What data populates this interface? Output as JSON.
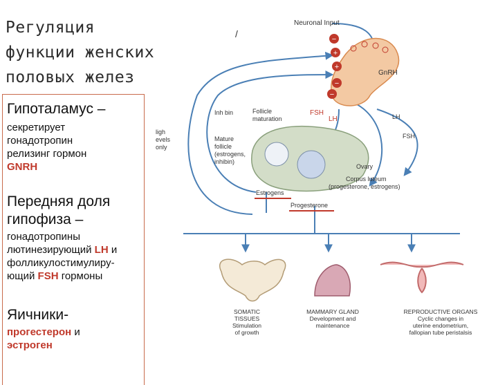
{
  "title_lines": [
    "Регуляция",
    "функции женских",
    "половых желез"
  ],
  "panel": {
    "hypothalamus": {
      "head": "Гипоталамус –",
      "body_lines": [
        "секретирует",
        "гонадотропин",
        "релизинг гормон"
      ],
      "hormone": "GNRH"
    },
    "pituitary": {
      "head_lines": [
        "Передняя доля",
        "гипофиза –"
      ],
      "line1": "гонадотропины",
      "line2_pre": "лютинезирующий ",
      "lh": "LH",
      "line2_post": " и",
      "line3": "фолликулостимулиру-",
      "line4_pre": "ющий ",
      "fsh": "FSH",
      "line4_post": " гормоны"
    },
    "ovaries": {
      "head": "Яичники-",
      "prog": "прогестерон",
      "and": " и",
      "estr": "эстроген"
    }
  },
  "diagram": {
    "neuronal_input": "Neuronal Input",
    "gnrh": "GnRH",
    "inh_bin": "Inh bin",
    "follicle_maturation": [
      "Follicle",
      "maturation"
    ],
    "fsh": "FSH",
    "lh": "LH",
    "lh_right": "LH",
    "fsh_right": "FSH",
    "left_clip": [
      "ligh",
      "evels",
      "only"
    ],
    "mature_follicle": [
      "Mature",
      "follicle",
      "(estrogens,",
      "inhibin)"
    ],
    "ovary": "Ovary",
    "corpus_luteum": [
      "Corpus luteum",
      "(progesterone, estrogens)"
    ],
    "estrogens": "Estrogens",
    "progesterone": "Progesterone",
    "somatic": [
      "SOMATIC",
      "TISSUES",
      "Stimulation",
      "of growth"
    ],
    "mammary": [
      "MAMMARY GLAND",
      "Development and",
      "maintenance"
    ],
    "reproductive": [
      "REPRODUCTIVE ORGANS",
      "Cyclic changes in",
      "uterine endometrium,",
      "fallopian tube peristalsis"
    ],
    "sign_minus": "−",
    "sign_plus": "+",
    "mark": "/",
    "accent": "#c0392b",
    "line_color": "#4a7fb5"
  }
}
